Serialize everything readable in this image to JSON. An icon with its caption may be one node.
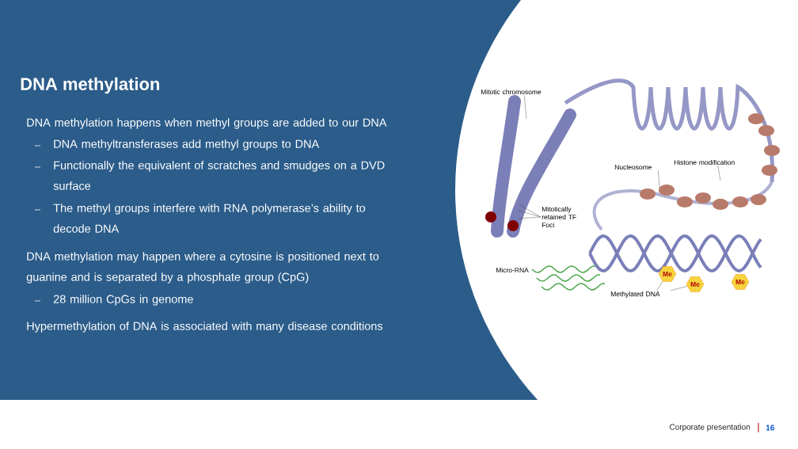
{
  "diagram": {
    "title": "DNA methylation",
    "nodes": [
      {
        "text": [
          "Mitotic chromosome"
        ]
      },
      {
        "text": [
          "Histone modification"
        ]
      },
      {
        "text": [
          "Nucleosome"
        ]
      },
      {
        "text": [
          "Mitotically retained TF Foci"
        ]
      },
      {
        "text": [
          "Methylated DNA"
        ]
      },
      {
        "text": [
          "Me"
        ]
      },
      {
        "text": [
          "Me"
        ]
      },
      {
        "text": [
          "Me"
        ]
      }
    ],
    "edges": [
      {
        "from": 0,
        "to": null,
        "arrow": "none"
      },
      {
        "from": 1,
        "to": null,
        "arrow": "none"
      },
      {
        "from": 2,
        "to": null,
        "arrow": "none"
      },
      {
        "from": 3,
        "to": null,
        "arrow": "none"
      },
      {
        "from": 3,
        "to": null,
        "arrow": "none"
      },
      {
        "from": 3,
        "to": null,
        "arrow": "none"
      },
      {
        "from": 4,
        "to": 5,
        "arrow": "none"
      },
      {
        "from": 4,
        "to": 6,
        "arrow": "none"
      }
    ],
    "labels": [
      "DNA methylation happens when methyl groups are added to our DNA",
      "DNA methyltransferases add methyl groups to DNA",
      "Functionally the equivalent of scratches and smudges on a DVD surface",
      "The methyl groups interfere with RNA polymerase’s ability to decode DNA",
      "DNA methylation may happen where a cytosine is positioned next to guanine and is separated by a phosphate group (CpG)",
      "28 million CpGs in genome",
      "Hypermethylation of DNA is associated with many disease conditions",
      "Micro-RNA",
      "Corporate presentation",
      "16"
    ]
  }
}
